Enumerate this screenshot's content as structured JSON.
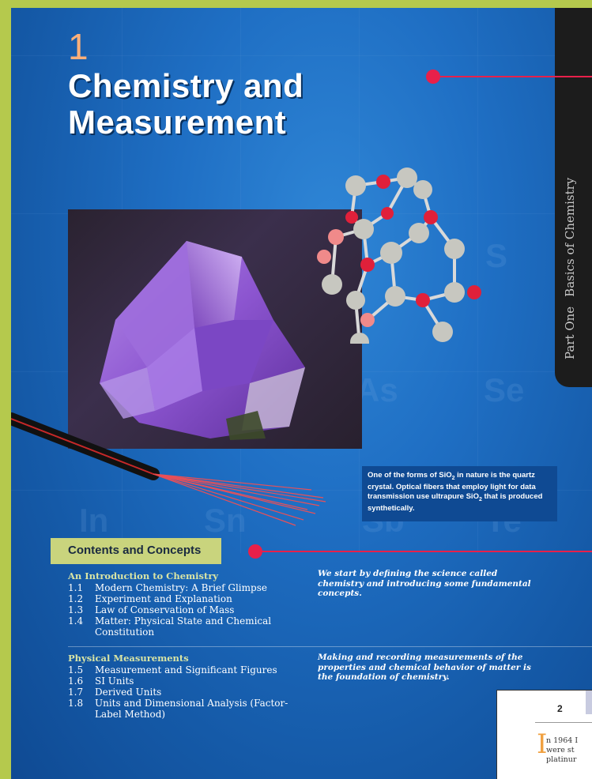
{
  "chapter": {
    "number": "1",
    "title_line1": "Chemistry and",
    "title_line2": "Measurement"
  },
  "side_tab": {
    "part": "Part One",
    "part_title": "Basics of Chemistry"
  },
  "figure": {
    "caption_pre": "One of the forms of SiO",
    "caption_sub": "2",
    "caption_mid": " in nature is the quartz crystal. Optical fibers that employ light for data transmission use ultrapure SiO",
    "caption_sub2": "2",
    "caption_post": " that is produced synthetically."
  },
  "background_symbols": [
    "S",
    "As",
    "Se",
    "In",
    "Sn",
    "Sb",
    "Te"
  ],
  "contents": {
    "heading": "Contents and Concepts",
    "groups": [
      {
        "title": "An Introduction to Chemistry",
        "description": "We start by defining the science called chemistry and introducing some fundamental concepts.",
        "items": [
          {
            "num": "1.1",
            "text": "Modern Chemistry: A Brief Glimpse"
          },
          {
            "num": "1.2",
            "text": "Experiment and Explanation"
          },
          {
            "num": "1.3",
            "text": "Law of Conservation of Mass"
          },
          {
            "num": "1.4",
            "text": "Matter: Physical State and Chemical Constitution"
          }
        ]
      },
      {
        "title": "Physical Measurements",
        "description": "Making and recording measurements of the properties and chemical behavior of matter is the foundation of chemistry.",
        "items": [
          {
            "num": "1.5",
            "text": "Measurement and Significant Figures"
          },
          {
            "num": "1.6",
            "text": "SI Units"
          },
          {
            "num": "1.7",
            "text": "Derived Units"
          },
          {
            "num": "1.8",
            "text": "Units and Dimensional Analysis (Factor-Label Method)"
          }
        ]
      }
    ]
  },
  "next_page": {
    "page_number": "2",
    "drop_cap": "I",
    "lines": [
      "n 1964 I",
      "were st",
      "platinur"
    ]
  },
  "colors": {
    "background_green": "#b5c94d",
    "page_blue": "#1f6fc4",
    "accent_red": "#e8204a",
    "tab_green": "#c9d47d",
    "chapter_number_orange": "#ffb07a"
  }
}
